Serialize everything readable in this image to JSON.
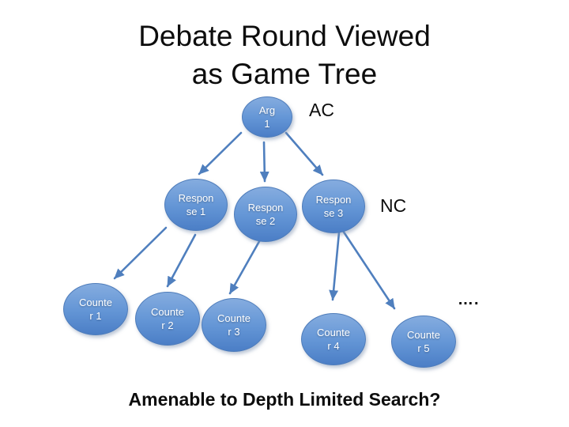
{
  "slide": {
    "title": "Debate Round Viewed\nas Game Tree",
    "footer": "Amenable to Depth Limited Search?"
  },
  "labels": {
    "root_annotation": "AC",
    "response_annotation": "NC",
    "continuation_ellipsis": "…."
  },
  "nodes": {
    "arg1": {
      "label": "Arg\n1"
    },
    "response1": {
      "label": "Respon\nse 1"
    },
    "response2": {
      "label": "Respon\nse 2"
    },
    "response3": {
      "label": "Respon\nse 3"
    },
    "counter1": {
      "label": "Counte\nr 1"
    },
    "counter2": {
      "label": "Counte\nr 2"
    },
    "counter3": {
      "label": "Counte\nr 3"
    },
    "counter4": {
      "label": "Counte\nr 4"
    },
    "counter5": {
      "label": "Counte\nr 5"
    }
  },
  "edges": [
    {
      "from": "arg1",
      "to": "response1"
    },
    {
      "from": "arg1",
      "to": "response2"
    },
    {
      "from": "arg1",
      "to": "response3"
    },
    {
      "from": "response1",
      "to": "counter1"
    },
    {
      "from": "response1",
      "to": "counter2"
    },
    {
      "from": "response2",
      "to": "counter3"
    },
    {
      "from": "response3",
      "to": "counter4"
    },
    {
      "from": "response3",
      "to": "counter5"
    }
  ],
  "colors": {
    "node_fill_top": "#85acdf",
    "node_fill_bottom": "#4b7ec6",
    "node_border": "#4e7cba",
    "arrow": "#4f7fbe",
    "node_text": "#ffffff",
    "slide_text": "#0d0d0d",
    "background": "#ffffff"
  }
}
